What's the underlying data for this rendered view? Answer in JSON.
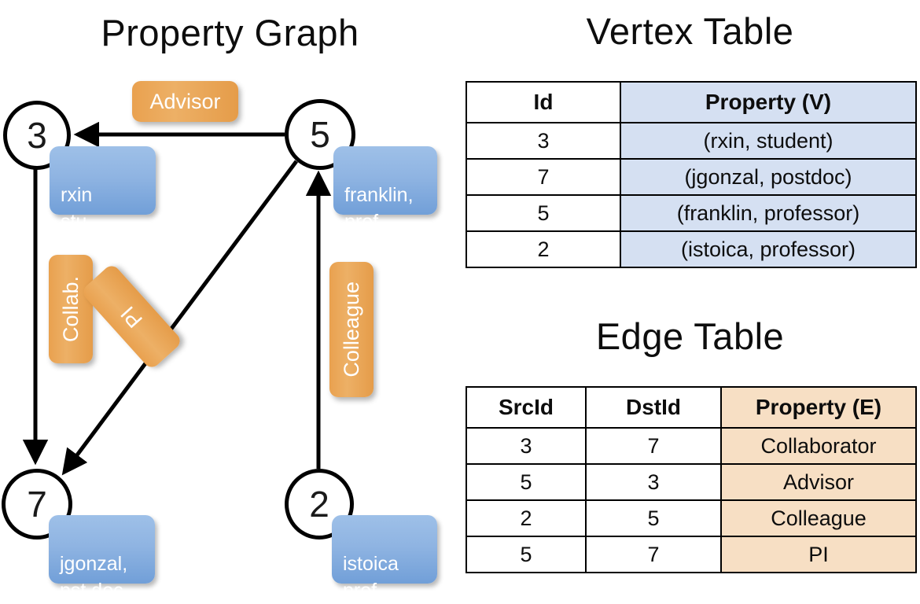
{
  "titles": {
    "property_graph": "Property Graph",
    "vertex_table": "Vertex Table",
    "edge_table": "Edge Table"
  },
  "colors": {
    "vertex_property_bg": "#d5e0f2",
    "edge_property_bg": "#f7dfc4",
    "node_box_blue": "#8fb4e2",
    "edge_label_orange": "#eca95a",
    "stroke": "#000000"
  },
  "graph": {
    "nodes": [
      {
        "id": "3",
        "label": "3",
        "property": "rxin\nstu."
      },
      {
        "id": "5",
        "label": "5",
        "property": "franklin,\nprof."
      },
      {
        "id": "7",
        "label": "7",
        "property": "jgonzal,\npst.doc."
      },
      {
        "id": "2",
        "label": "2",
        "property": "istoica\nprof."
      }
    ],
    "edge_labels": [
      {
        "name": "advisor",
        "text": "Advisor"
      },
      {
        "name": "collab",
        "text": "Collab."
      },
      {
        "name": "pi",
        "text": "PI"
      },
      {
        "name": "colleague",
        "text": "Colleague"
      }
    ],
    "edges": [
      {
        "src": "5",
        "dst": "3",
        "label": "Advisor"
      },
      {
        "src": "3",
        "dst": "7",
        "label": "Collab."
      },
      {
        "src": "5",
        "dst": "7",
        "label": "PI"
      },
      {
        "src": "2",
        "dst": "5",
        "label": "Colleague"
      }
    ]
  },
  "vertex_table": {
    "headers": [
      "Id",
      "Property (V)"
    ],
    "rows": [
      {
        "id": "3",
        "property": "(rxin, student)"
      },
      {
        "id": "7",
        "property": "(jgonzal, postdoc)"
      },
      {
        "id": "5",
        "property": "(franklin, professor)"
      },
      {
        "id": "2",
        "property": "(istoica, professor)"
      }
    ]
  },
  "edge_table": {
    "headers": [
      "SrcId",
      "DstId",
      "Property (E)"
    ],
    "rows": [
      {
        "src": "3",
        "dst": "7",
        "property": "Collaborator"
      },
      {
        "src": "5",
        "dst": "3",
        "property": "Advisor"
      },
      {
        "src": "2",
        "dst": "5",
        "property": "Colleague"
      },
      {
        "src": "5",
        "dst": "7",
        "property": "PI"
      }
    ]
  }
}
